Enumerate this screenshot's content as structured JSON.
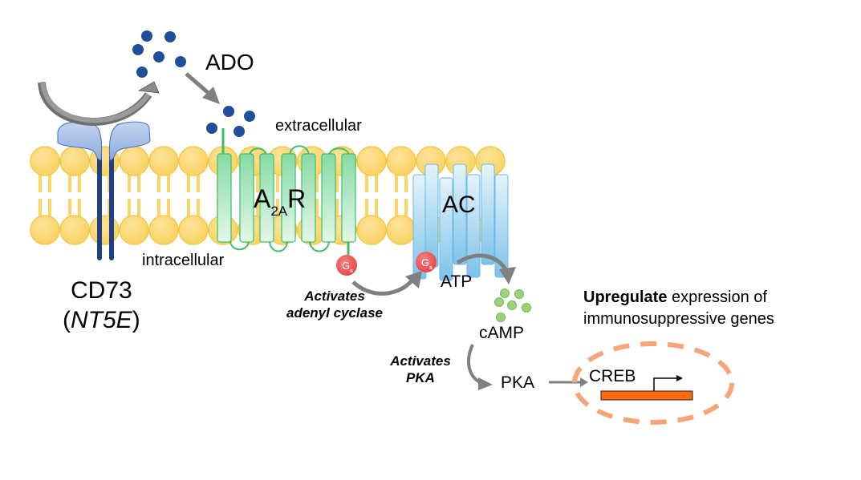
{
  "labels": {
    "ado": "ADO",
    "extracellular": "extracellular",
    "intracellular": "intracellular",
    "cd73": "CD73",
    "nt5e_open": "(",
    "nt5e": "NT5E",
    "nt5e_close": ")",
    "a2ar_main": "A",
    "a2ar_sub": "2A",
    "a2ar_end": "R",
    "ac": "AC",
    "gs_main": "G",
    "gs_sub": "s",
    "activates_ac_line1": "Activates",
    "activates_ac_line2": "adenyl cyclase",
    "atp": "ATP",
    "camp": "cAMP",
    "activates_pka_line1": "Activates",
    "activates_pka_line2": "PKA",
    "pka": "PKA",
    "creb": "CREB",
    "upregulate_bold": "Upregulate",
    "upregulate_rest": " expression of",
    "upregulate_line2": "immunosuppressive genes"
  },
  "colors": {
    "lipid": "#fbd46a",
    "lipid_stroke": "#f2c94c",
    "ado_dot": "#1f4e9a",
    "camp_dot": "#9dd17a",
    "a2ar_fill": "#9fe3b8",
    "a2ar_stroke": "#3cbf6b",
    "ac_fill": "#8ccbee",
    "ac_stroke": "#6fb7e4",
    "cd73_fill": "#a9c0e8",
    "cd73_stalk": "#1f3f86",
    "gs_fill": "#ef5a5a",
    "arrow_gray": "#7f7f7f",
    "gene_bar": "#ff6a10",
    "nucleus_dash": "#f4a57a"
  }
}
